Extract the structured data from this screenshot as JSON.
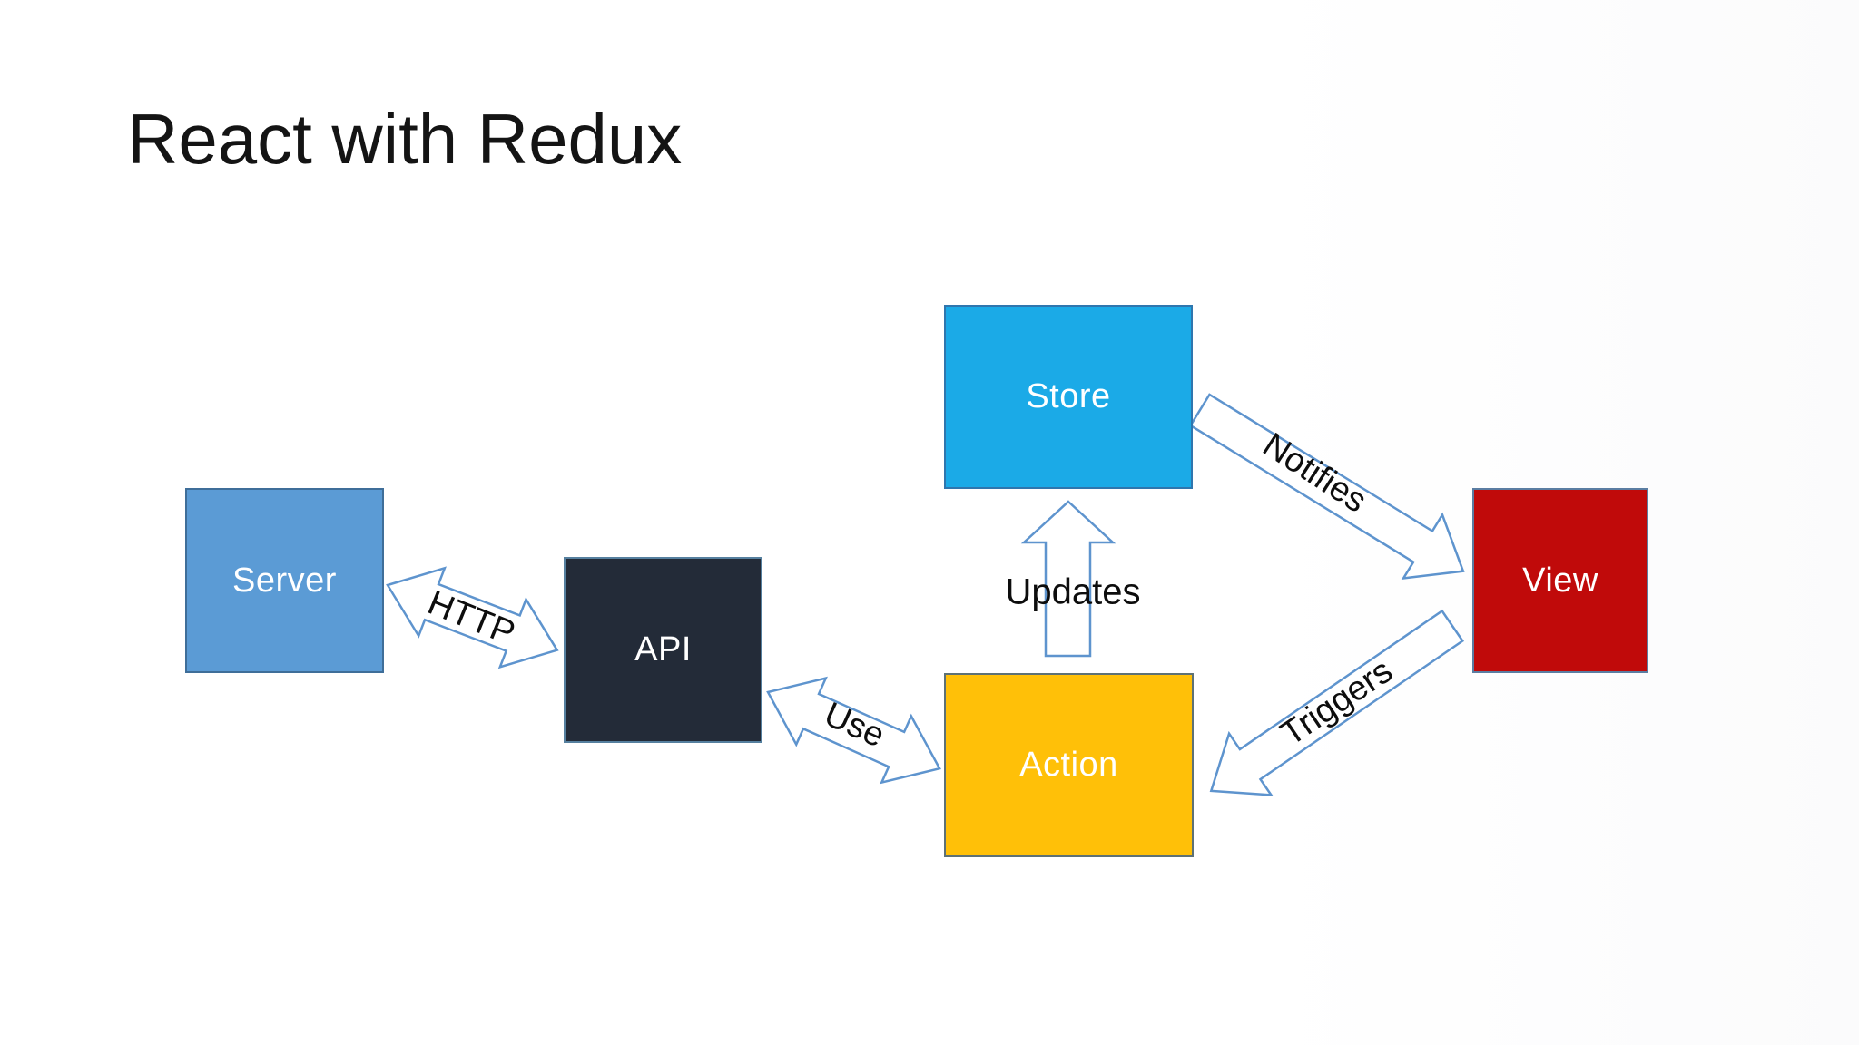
{
  "title": "React with Redux",
  "nodes": {
    "server": {
      "label": "Server",
      "fill": "#5b9bd5",
      "border": "#3f6e99"
    },
    "api": {
      "label": "API",
      "fill": "#232b38",
      "border": "#56809f"
    },
    "store": {
      "label": "Store",
      "fill": "#1baae7",
      "border": "#2f76ae"
    },
    "action": {
      "label": "Action",
      "fill": "#ffc008",
      "border": "#5e7175"
    },
    "view": {
      "label": "View",
      "fill": "#c00a0a",
      "border": "#5b7da2"
    }
  },
  "edges": {
    "http": {
      "label": "HTTP",
      "type": "double-arrow",
      "from": "server",
      "to": "api"
    },
    "use": {
      "label": "Use",
      "type": "double-arrow",
      "from": "api",
      "to": "action"
    },
    "updates": {
      "label": "Updates",
      "type": "arrow",
      "from": "action",
      "to": "store"
    },
    "notifies": {
      "label": "Notifies",
      "type": "arrow",
      "from": "store",
      "to": "view"
    },
    "triggers": {
      "label": "Triggers",
      "type": "arrow",
      "from": "view",
      "to": "action"
    }
  },
  "colors": {
    "arrow-stroke": "#5e94ce",
    "arrow-fill": "#ffffff",
    "title-text": "#141414",
    "label-text": "#0d0d0d",
    "background": "#ffffff"
  }
}
